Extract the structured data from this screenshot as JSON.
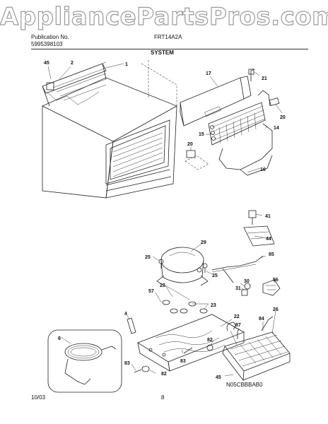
{
  "watermark": "AppliancePartsPros.com",
  "header": {
    "publication_label": "Publication No.",
    "publication_number": "5995398103",
    "model": "FRT14A2A",
    "section_title": "SYSTEM"
  },
  "callouts": {
    "c45a": "45",
    "c2": "2",
    "c1": "1",
    "c17": "17",
    "c21": "21",
    "c20a": "20",
    "c15": "15",
    "c14": "14",
    "c20b": "20",
    "c16": "16",
    "c41": "41",
    "c44": "44",
    "c29": "29",
    "c25a": "25",
    "c25b": "25",
    "c85": "85",
    "c57": "57",
    "c23a": "23",
    "c30": "30",
    "c56": "56",
    "c31": "31",
    "c23b": "23",
    "c4": "4",
    "c22": "22",
    "c84": "84",
    "c26": "26",
    "c6": "6",
    "c87": "87",
    "c82a": "82",
    "c83a": "83",
    "c83b": "83",
    "c82b": "82",
    "c45b": "45"
  },
  "footer": {
    "date": "10/03",
    "page": "8",
    "diagram_code": "N05CBBBAB0"
  }
}
